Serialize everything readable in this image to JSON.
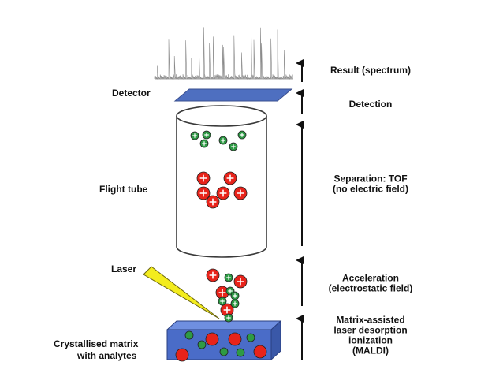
{
  "labels": {
    "detector": "Detector",
    "flight_tube": "Flight tube",
    "laser": "Laser",
    "matrix_line1": "Crystallised matrix",
    "matrix_line2": "with analytes"
  },
  "stages": [
    {
      "lines": [
        "Result (spectrum)"
      ]
    },
    {
      "lines": [
        "Detection"
      ]
    },
    {
      "lines": [
        "Separation: TOF",
        "(no electric  field)"
      ]
    },
    {
      "lines": [
        "Acceleration",
        "(electrostatic field)"
      ]
    },
    {
      "lines": [
        "Matrix-assisted",
        "laser desorption",
        "ionization",
        "(MALDI)"
      ]
    }
  ],
  "colors": {
    "arrow": "#111111",
    "detector": "#4e6fc0",
    "matrix_block": "#4a6cc8",
    "large_ion": "#e8231a",
    "small_ion": "#2e9a45",
    "laser": "#f3ec1e",
    "tube_stroke": "#3a3a3a"
  },
  "icons": {
    "ion_symbol": "plus-sign-icon"
  }
}
